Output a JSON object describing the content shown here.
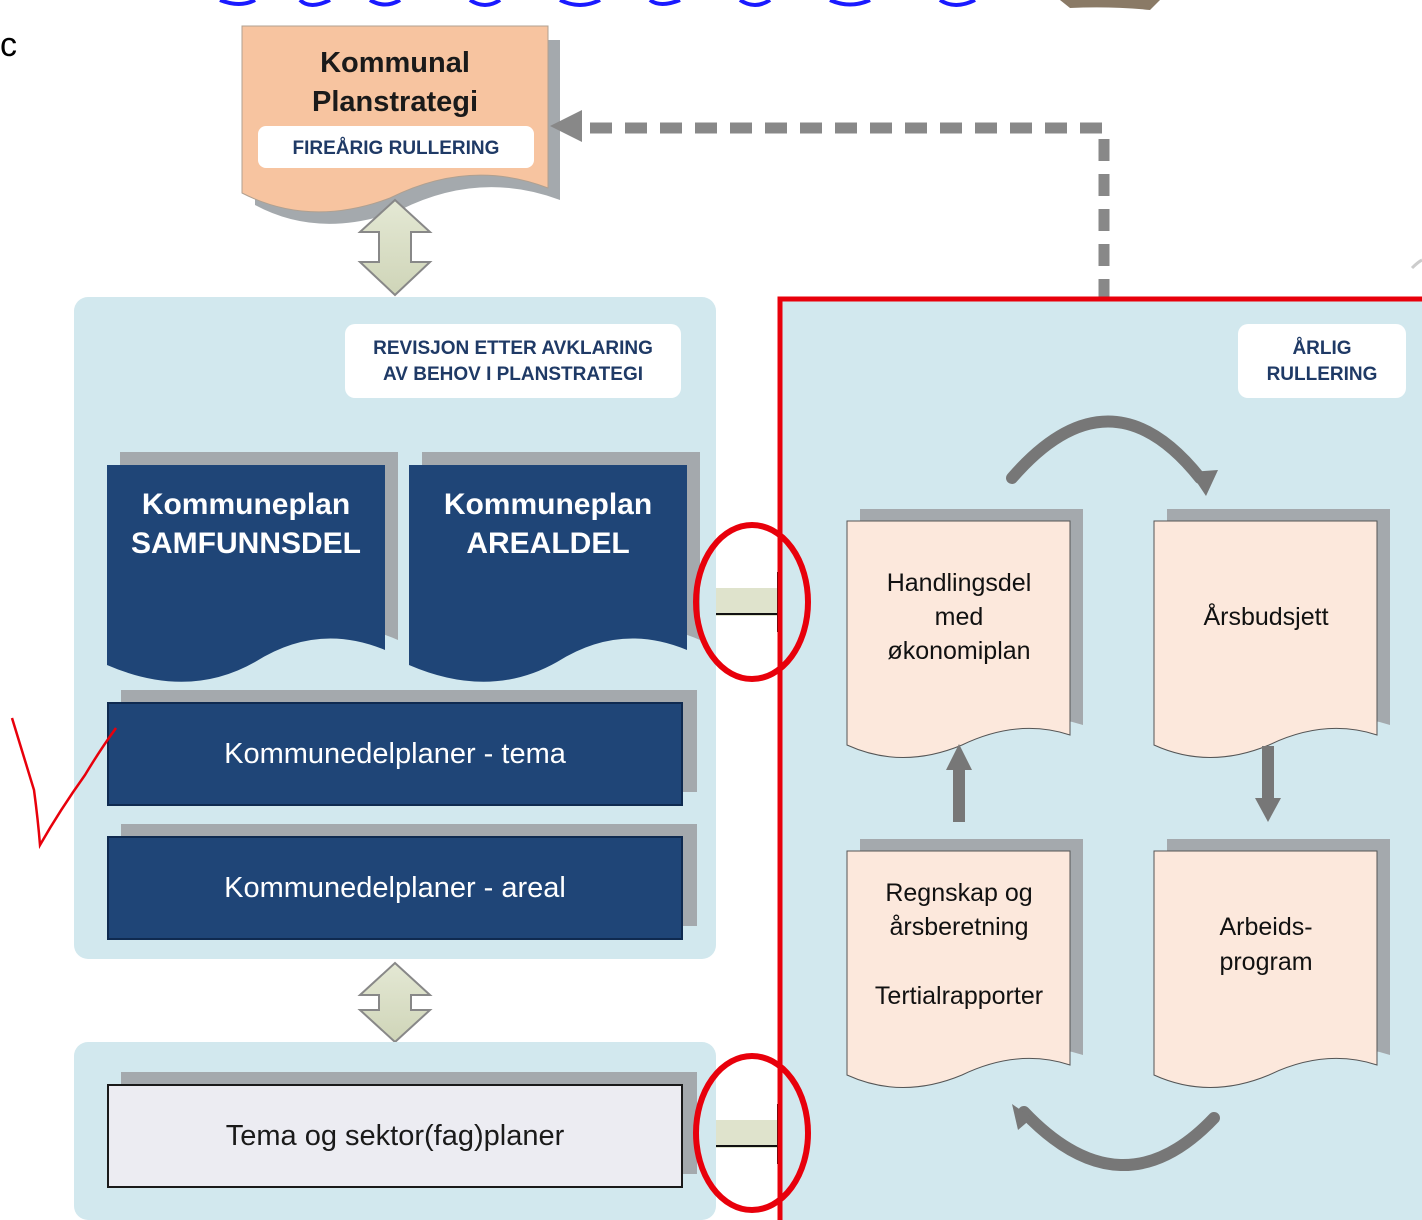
{
  "top_box": {
    "title_line1": "Kommunal",
    "title_line2": "Planstrategi",
    "badge": "FIREÅRIG RULLERING"
  },
  "left_panel": {
    "note_line1": "REVISJON ETTER AVKLARING",
    "note_line2": "AV BEHOV I PLANSTRATEGI",
    "samfunnsdel_line1": "Kommuneplan",
    "samfunnsdel_line2": "SAMFUNNSDEL",
    "arealdel_line1": "Kommuneplan",
    "arealdel_line2": "AREALDEL",
    "tema": "Kommunedelplaner - tema",
    "areal": "Kommunedelplaner - areal"
  },
  "bottom_panel": {
    "label": "Tema og sektor(fag)planer"
  },
  "right_panel": {
    "note_line1": "ÅRLIG",
    "note_line2": "RULLERING",
    "handlingsdel_line1": "Handlingsdel",
    "handlingsdel_line2": "med",
    "handlingsdel_line3": "økonomiplan",
    "arsbudsjett": "Årsbudsjett",
    "regnskap_line1": "Regnskap og",
    "regnskap_line2": "årsberetning",
    "regnskap_line3": "Tertialrapporter",
    "arbeids_line1": "Arbeids-",
    "arbeids_line2": "program"
  },
  "colors": {
    "panel": "#d2e8ee",
    "navy": "#1f4577",
    "peach": "#f7c4a0",
    "light_peach": "#fce8dc",
    "highlight_red": "#e8000b",
    "link_blue": "#1a1aff",
    "arrow_gray": "#888888"
  }
}
